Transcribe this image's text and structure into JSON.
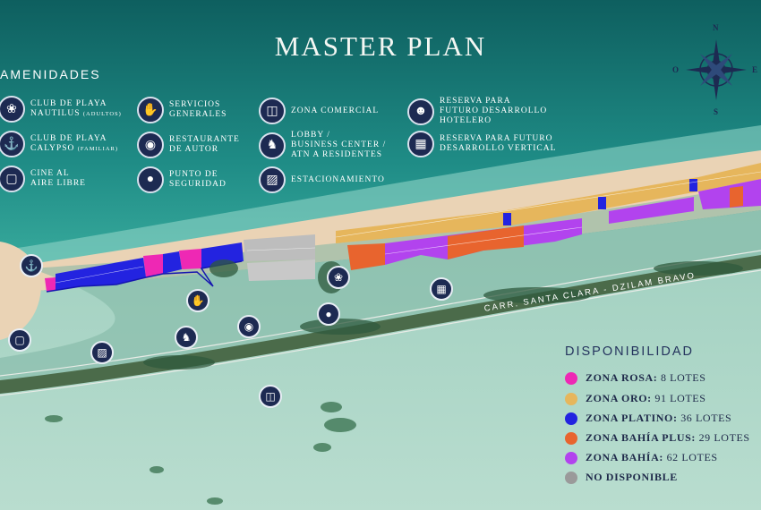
{
  "title": "MASTER PLAN",
  "amenities": {
    "heading": "AMENIDADES",
    "items": [
      {
        "label_1": "CLUB DE PLAYA",
        "label_2": "NAUTILUS",
        "note": "(ADULTOS)",
        "icon": "shell-icon"
      },
      {
        "label_1": "CLUB DE PLAYA",
        "label_2": "CALYPSO",
        "note": "(FAMILIAR)",
        "icon": "anchor-icon"
      },
      {
        "label_1": "CINE AL",
        "label_2": "AIRE LIBRE",
        "note": "",
        "icon": "cinema-icon"
      },
      {
        "label_1": "SERVICIOS",
        "label_2": "GENERALES",
        "note": "",
        "icon": "hand-service-icon"
      },
      {
        "label_1": "RESTAURANTE",
        "label_2": "DE AUTOR",
        "note": "",
        "icon": "cloche-icon"
      },
      {
        "label_1": "PUNTO DE",
        "label_2": "SEGURIDAD",
        "note": "",
        "icon": "guard-icon"
      },
      {
        "label_1": "ZONA COMERCIAL",
        "label_2": "",
        "note": "",
        "icon": "shopping-bag-icon"
      },
      {
        "label_1": "LOBBY /",
        "label_2": "BUSINESS CENTER /",
        "label_3": "ATN A RESIDENTES",
        "note": "",
        "icon": "reception-icon"
      },
      {
        "label_1": "ESTACIONAMIENTO",
        "label_2": "",
        "note": "",
        "icon": "car-icon"
      },
      {
        "label_1": "RESERVA PARA",
        "label_2": "FUTURO DESARROLLO",
        "label_3": "HOTELERO",
        "note": "",
        "icon": "bellhop-icon"
      },
      {
        "label_1": "RESERVA PARA FUTURO",
        "label_2": "DESARROLLO VERTICAL",
        "note": "",
        "icon": "building-icon"
      }
    ]
  },
  "compass": {
    "n": "N",
    "s": "S",
    "e": "E",
    "o": "O"
  },
  "road_label": "CARR. SANTA CLARA - DZILAM BRAVO",
  "availability": {
    "heading": "DISPONIBILIDAD",
    "zones": [
      {
        "name": "ZONA ROSA:",
        "value": "8 LOTES",
        "color": "#ee28b4"
      },
      {
        "name": "ZONA ORO:",
        "value": "91 LOTES",
        "color": "#e6b65c"
      },
      {
        "name": "ZONA PLATINO:",
        "value": "36 LOTES",
        "color": "#2323e0"
      },
      {
        "name": "ZONA BAHÍA PLUS:",
        "value": "29 LOTES",
        "color": "#e8642e"
      },
      {
        "name": "ZONA BAHÍA:",
        "value": "62 LOTES",
        "color": "#b243ee"
      },
      {
        "name": "NO DISPONIBLE",
        "value": "",
        "color": "#9a9a9a"
      }
    ]
  },
  "colors": {
    "sea": "#1f8f8a",
    "sand": "#e9d2b4",
    "lagoon": "#a9d3c5",
    "icon_bg": "#1d2a52"
  }
}
